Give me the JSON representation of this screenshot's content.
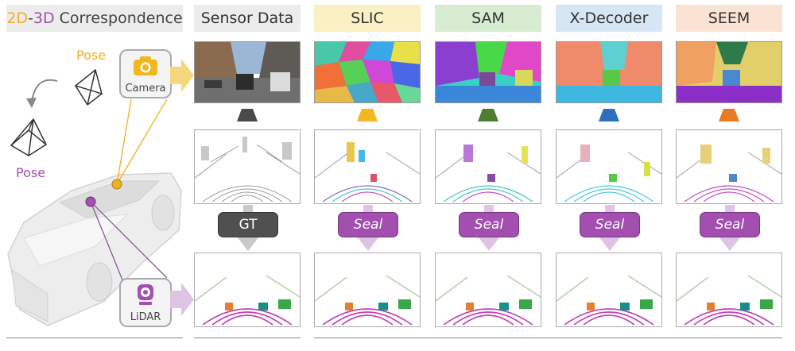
{
  "title": {
    "part_2d": "2D",
    "dash": "-",
    "part_3d": "3D",
    "rest": " Correspondence"
  },
  "columns": [
    {
      "label": "Sensor Data",
      "bg": "#ececec",
      "funnel": "#4a4a4a",
      "tag": "GT",
      "tag_style": "gt"
    },
    {
      "label": "SLIC",
      "bg": "#fbf0c4",
      "funnel": "#f2b61e",
      "tag": "Seal",
      "tag_style": "seal"
    },
    {
      "label": "SAM",
      "bg": "#d8ecd2",
      "funnel": "#4d7e2f",
      "tag": "Seal",
      "tag_style": "seal"
    },
    {
      "label": "X-Decoder",
      "bg": "#d6e6f5",
      "funnel": "#2d6fba",
      "tag": "Seal",
      "tag_style": "seal"
    },
    {
      "label": "SEEM",
      "bg": "#fbe3d4",
      "funnel": "#ea7a22",
      "tag": "Seal",
      "tag_style": "seal"
    }
  ],
  "left": {
    "pose_top": "Pose",
    "pose_left": "Pose",
    "camera_label": "Camera",
    "lidar_label": "LiDAR"
  },
  "colors": {
    "yellow": "#f0b020",
    "purple": "#a24fb0",
    "arrow_light": "#ddc4e4"
  }
}
